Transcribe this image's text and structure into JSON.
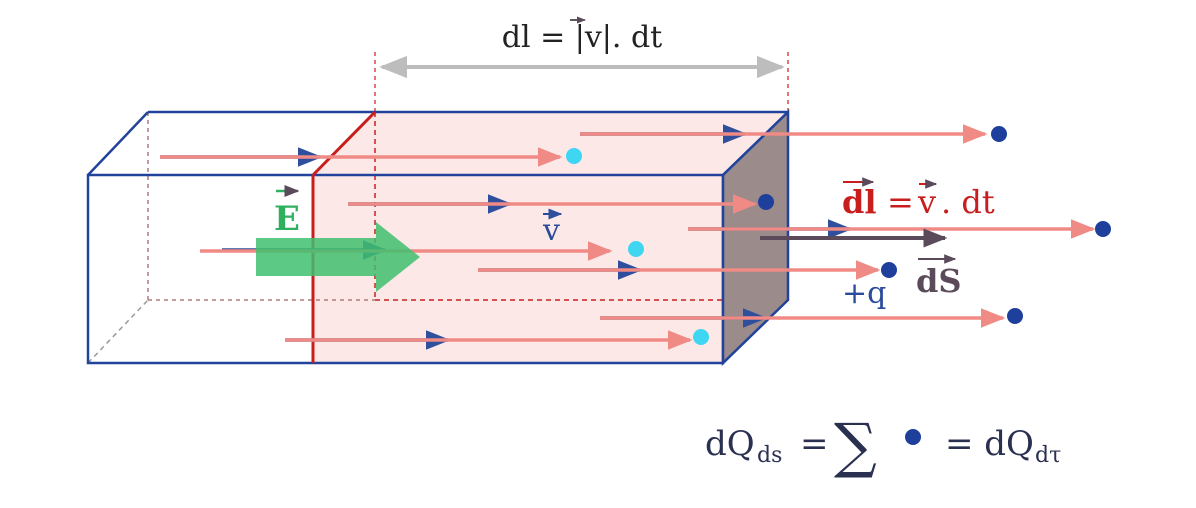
{
  "colors": {
    "box_edge": "#22439b",
    "box_fill": "#fde8e8",
    "end_face": "#9b8b8b",
    "divider": "#c81e1e",
    "arrow_pink": "#f08a85",
    "arrow_blue_tip": "#2f4f9c",
    "particle_light": "#3fd6f2",
    "particle_dark": "#1f3f9c",
    "efield": "#3fbf6f",
    "dim_gray": "#bdbdbd",
    "ds_vector": "#5a4a5a",
    "red_text": "#c81e1e",
    "blue_text": "#2a4b9c",
    "green_text": "#2fb060",
    "formula_text": "#2a3050"
  },
  "labels": {
    "top_dimension": "dl = |v|. dt",
    "efield_label": "E",
    "velocity_label": "v",
    "dl_label_left": "dl",
    "dl_label_eq": "=",
    "dl_label_v": "v",
    "dl_label_rest": ". dt",
    "charge_label": "+q",
    "ds_label": "dS",
    "sum_formula_left": "dQ",
    "sum_formula_left_sub": "ds",
    "sum_formula_eq1": "=",
    "sum_formula_sum": "∑",
    "sum_formula_eq2": "= dQ",
    "sum_formula_right_sub": "dτ"
  }
}
